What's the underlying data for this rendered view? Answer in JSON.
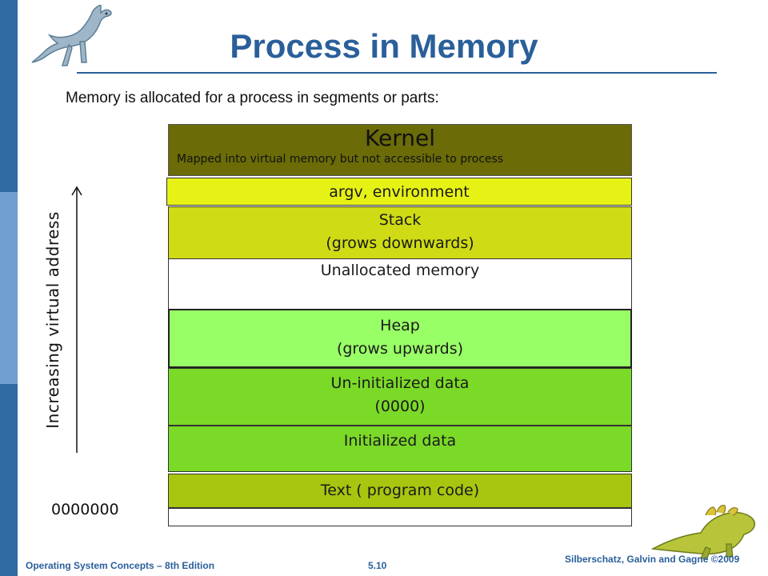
{
  "title": "Process in Memory",
  "subtitle": "Memory is allocated for a process in segments or parts:",
  "segments": {
    "kernel": {
      "title": "Kernel",
      "note": "Mapped into virtual memory but not accessible to process"
    },
    "argv": "argv, environment",
    "stack": [
      "Stack",
      "(grows downwards)"
    ],
    "unallocated": "Unallocated memory",
    "heap": [
      "Heap",
      "(grows upwards)"
    ],
    "uninit": [
      "Un-initialized data",
      "(0000)"
    ],
    "init": "Initialized data",
    "text": "Text ( program code)"
  },
  "axis_label": "Increasing virtual address",
  "zero_label": "0000000",
  "footer": {
    "left": "Operating System Concepts – 8th Edition",
    "center": "5.10",
    "right": "Silberschatz, Galvin and Gagne ©2009"
  },
  "colors": {
    "title": "#2a5f9a",
    "kernel": "#6b6b08",
    "argv": "#e6f216",
    "stack": "#cfdb14",
    "heap": "#99ff66",
    "data": "#7bd928",
    "text": "#a8c60f"
  }
}
